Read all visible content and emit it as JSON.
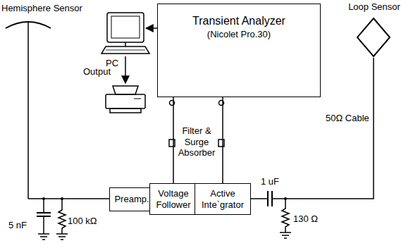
{
  "diagram": {
    "nodes": [
      {
        "text": [
          "Transient Analyzer",
          "(Nicolet Pro.30)"
        ]
      },
      {
        "text": [
          "Loop Sensor"
        ]
      },
      {
        "text": [
          "Preamp."
        ]
      },
      {
        "text": [
          "Voltage Follower"
        ]
      },
      {
        "text": [
          "Active Inte`grator"
        ]
      }
    ],
    "edges": [
      {
        "from": 3,
        "to": 0,
        "arrow": "none"
      },
      {
        "from": 4,
        "to": 0,
        "arrow": "none"
      }
    ],
    "labels": [
      "Hemisphere Sensor",
      "PC",
      "Output",
      "Filter & Surge Absorber",
      "50Ω Cable",
      "1 uF",
      "5 nF",
      "100 kΩ",
      "130 Ω"
    ]
  }
}
